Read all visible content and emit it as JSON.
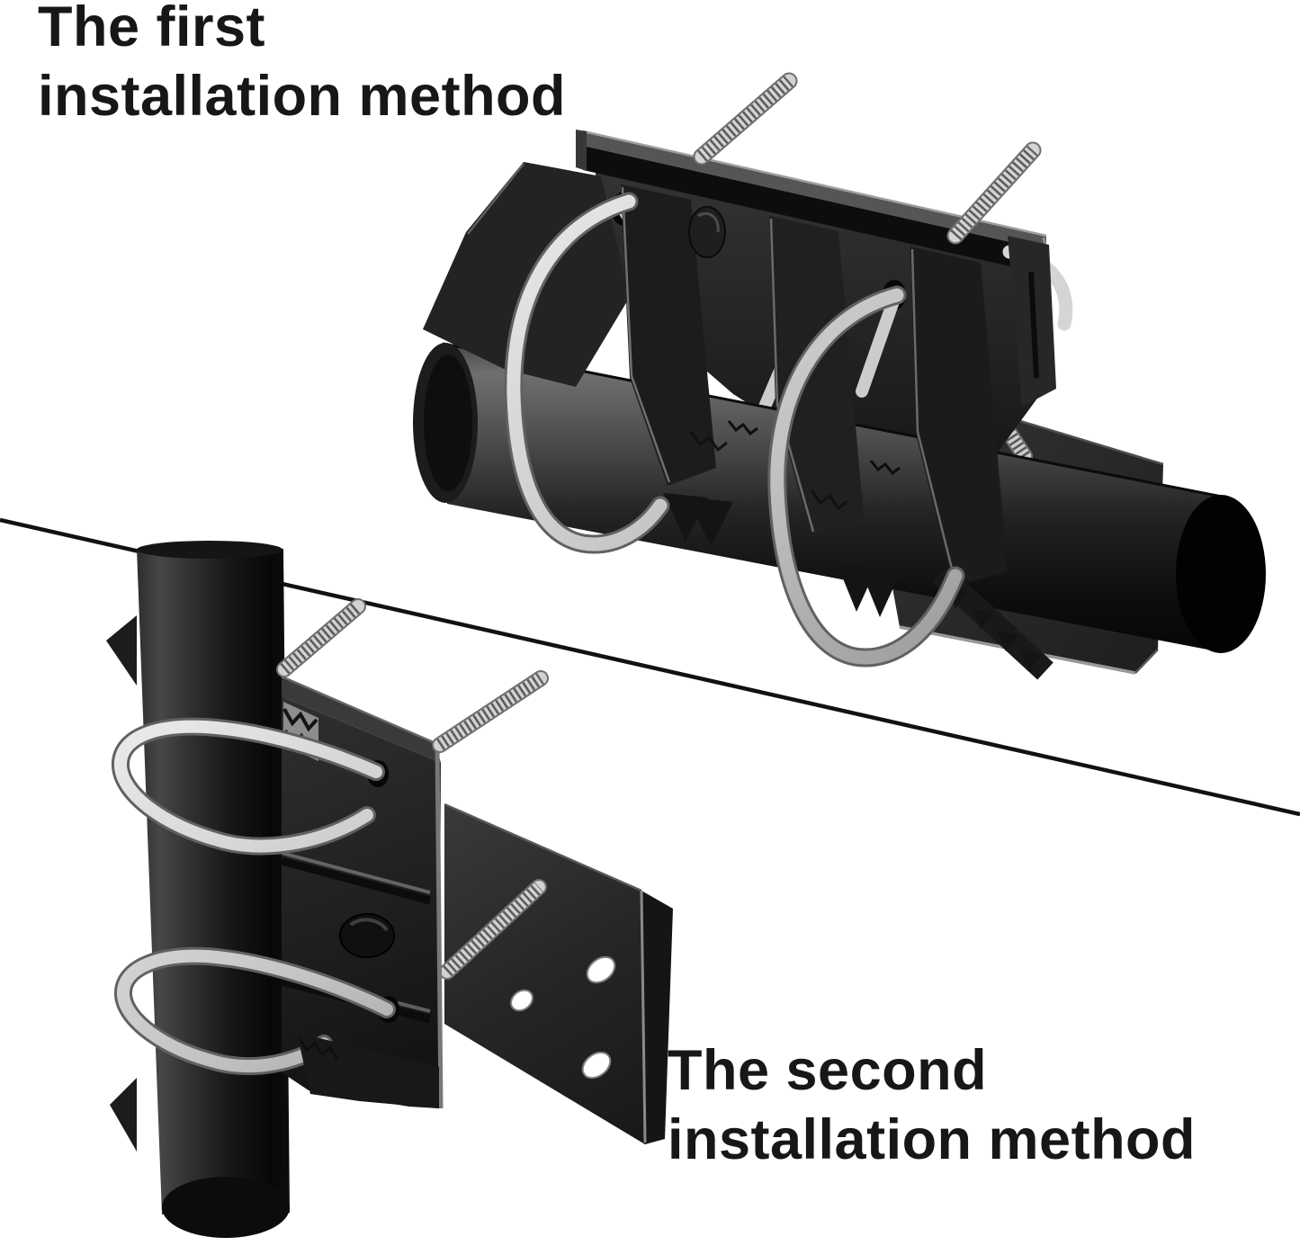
{
  "annotations": {
    "first_method": {
      "line1": "The first",
      "line2": "installation method"
    },
    "second_method": {
      "line1": "The second",
      "line2": "installation method"
    }
  },
  "palette": {
    "background": "#ffffff",
    "text": "#171717",
    "separator_line": "#111111",
    "metal_black": "#1b1b1b",
    "steel_light": "#eeeeee",
    "steel_dark": "#8f8f8f"
  }
}
